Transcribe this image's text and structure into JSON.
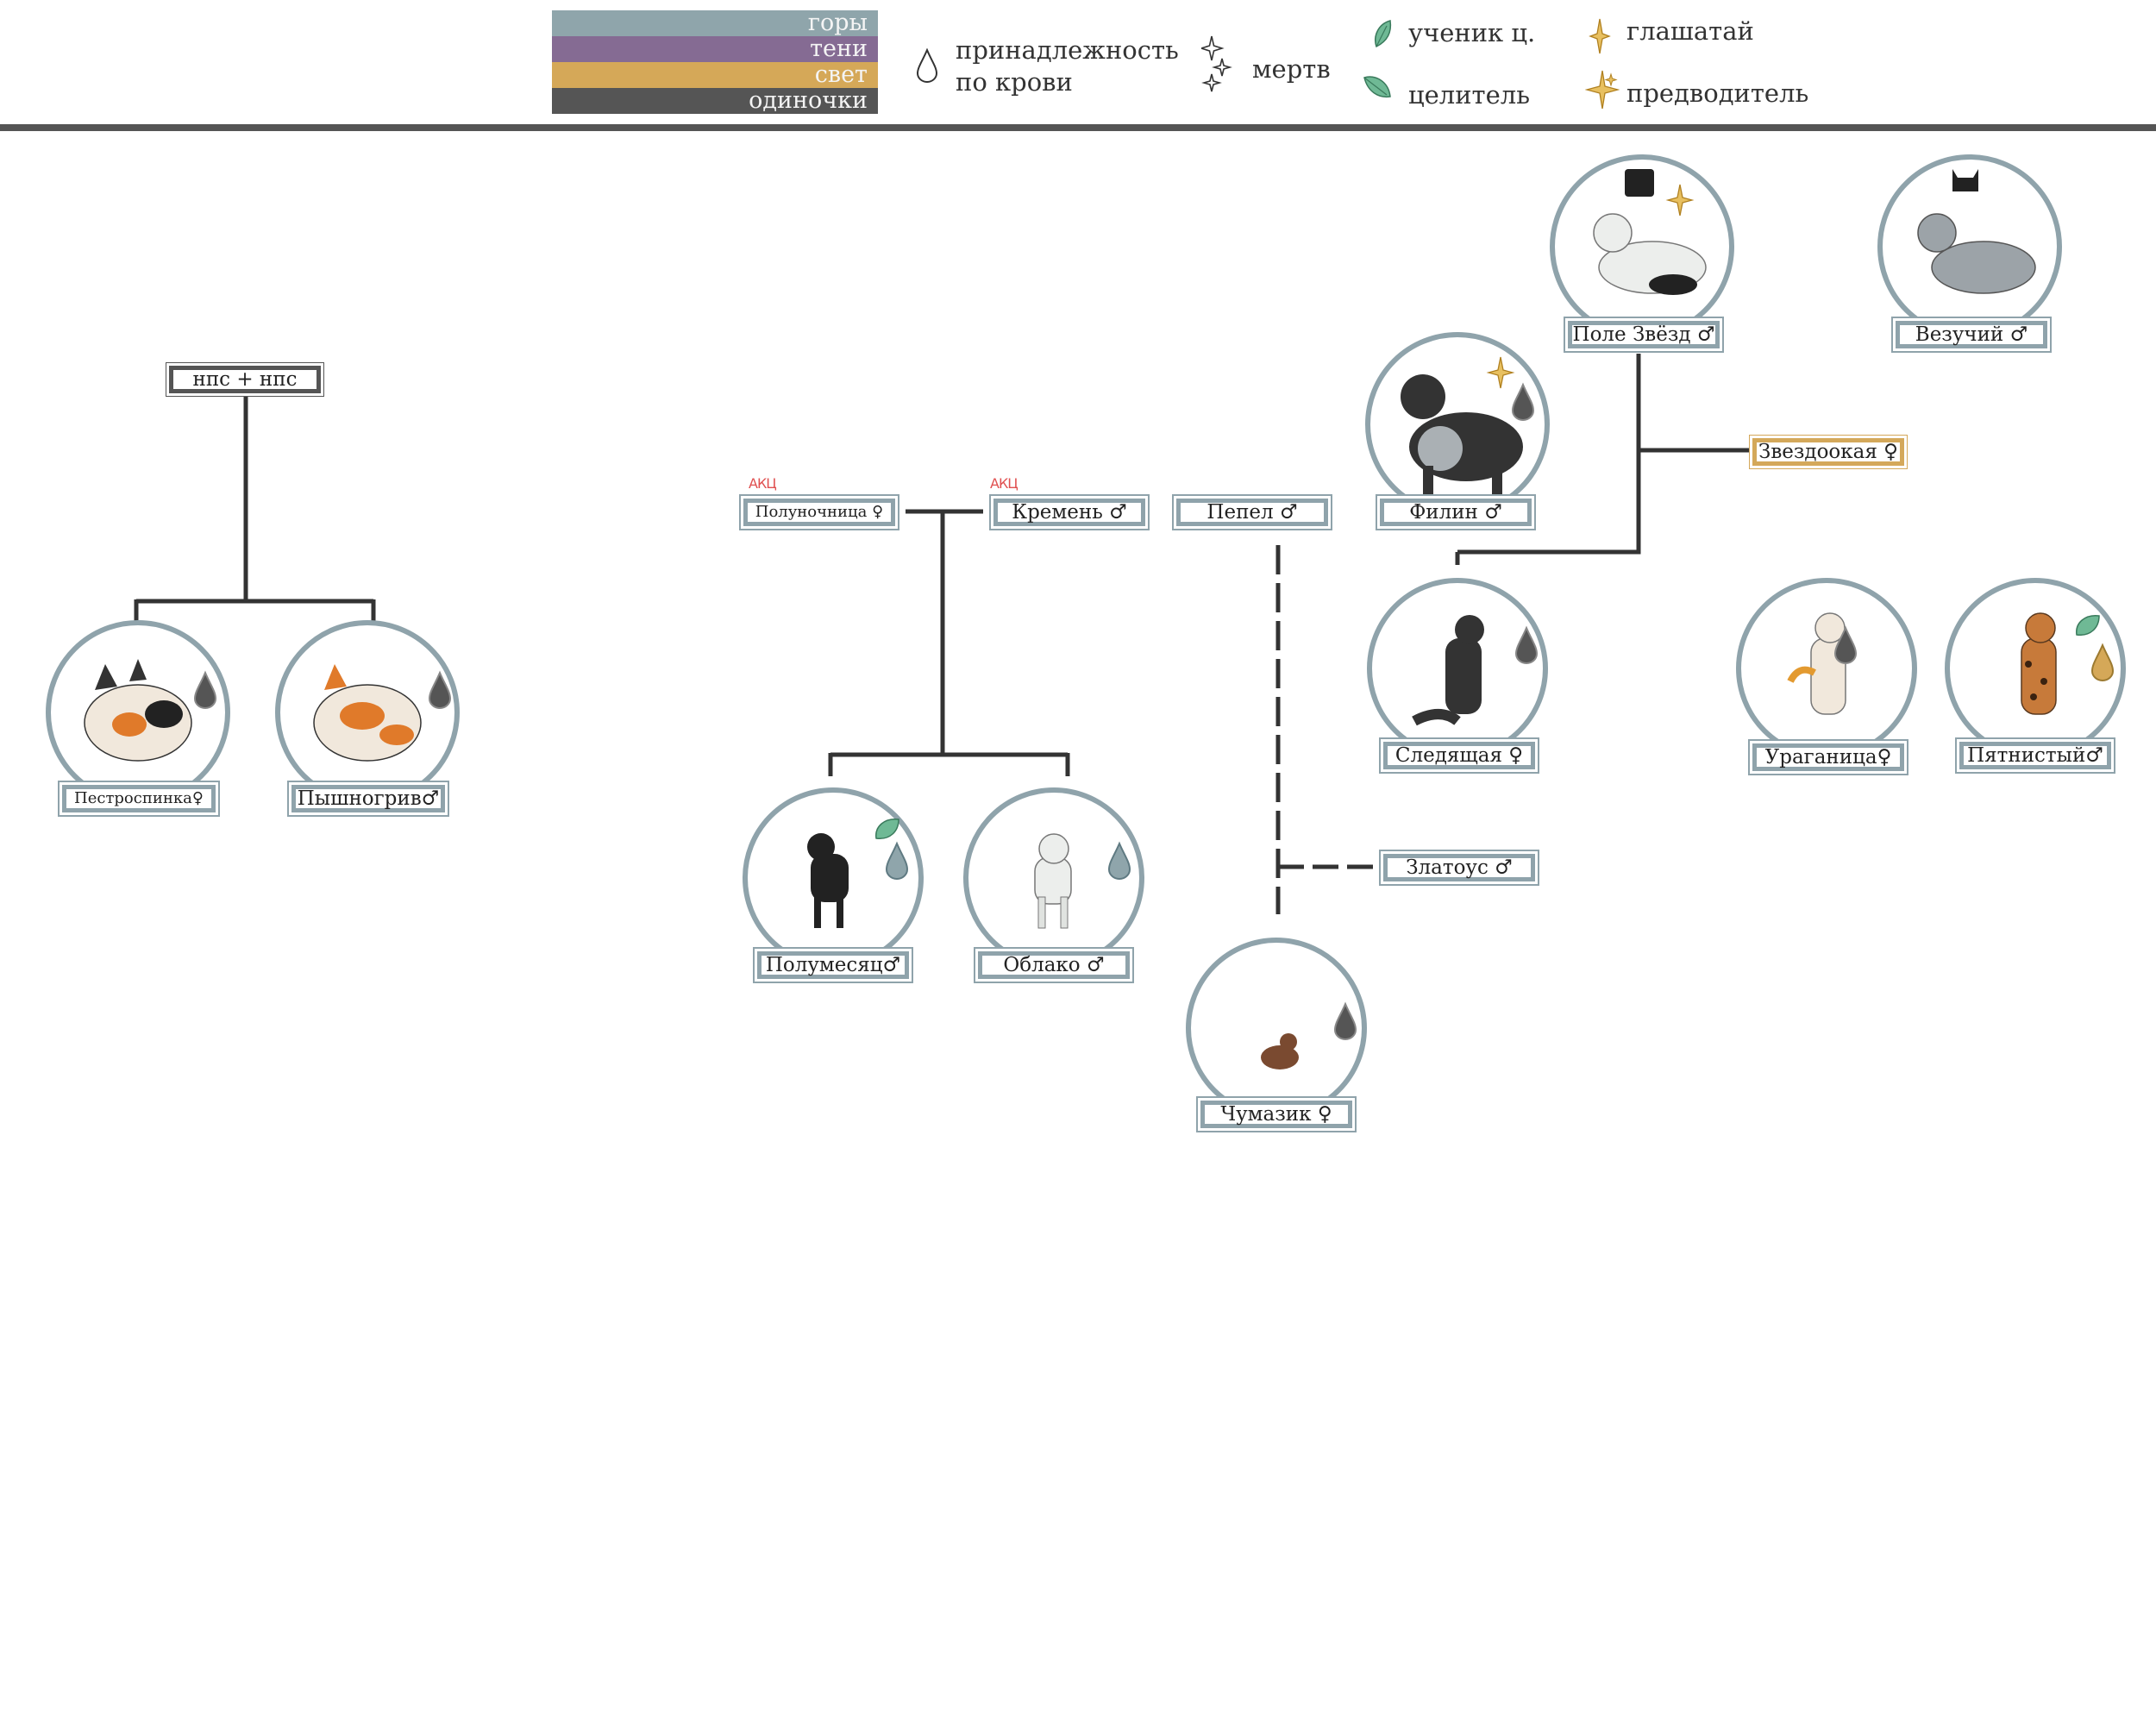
{
  "legend": {
    "clans": [
      {
        "label": "горы",
        "color": "#8fa5ab"
      },
      {
        "label": "тени",
        "color": "#856b93"
      },
      {
        "label": "свет",
        "color": "#d5a858"
      },
      {
        "label": "одиночки",
        "color": "#555555"
      }
    ],
    "blood_line1": "принадлежность",
    "blood_line2": "по крови",
    "dead": "мертв",
    "med_apprentice": "ученик ц.",
    "medicine_cat": "целитель",
    "deputy": "глашатай",
    "leader": "предводитель"
  },
  "colors": {
    "mountains": "#8fa5ab",
    "shadows": "#856b93",
    "light": "#d5a858",
    "loners": "#555555",
    "line": "#333333"
  },
  "cats": {
    "npc_pair": "нпс + нпс",
    "pestrospinka": "Пестроспинка♀",
    "pyshnogriv": "Пышногрив♂",
    "polunochnitsa": "Полуночница  ♀",
    "kremen": "Кремень ♂",
    "akc_1": "АКЦ",
    "akc_2": "АКЦ",
    "polumesyats": "Полумесяц♂",
    "oblako": "Облако ♂",
    "pepel": "Пепел  ♂",
    "zlatous": "Златоус ♂",
    "chumazik": "Чумазик ♀",
    "filin": "Филин ♂",
    "pole_zvezd": "Поле Звёзд ♂",
    "vezuchiy": "Везучий ♂",
    "zvezdookaya": "Звездоокая ♀",
    "sledyaschaya": "Следящая ♀",
    "uraganitsa": "Ураганица♀",
    "pyatnistyy": "Пятнистый♂"
  }
}
